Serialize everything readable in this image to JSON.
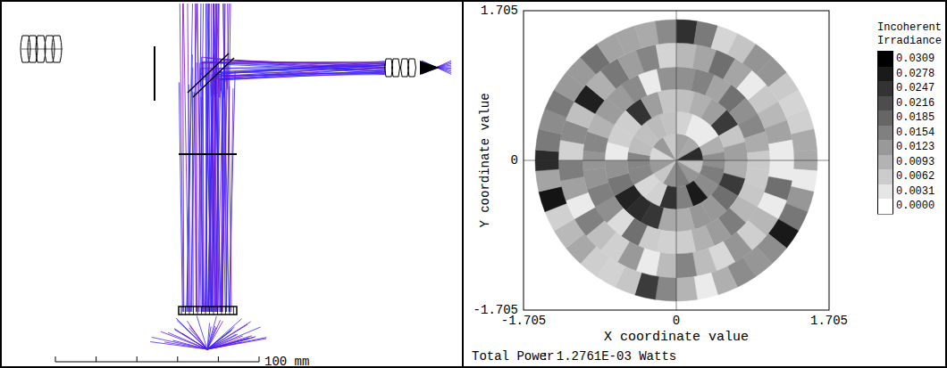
{
  "diagram": {
    "labels": [
      "100 mm",
      "1.705",
      "0",
      "-1.705",
      "-1.705",
      "0",
      "1.705",
      "Y coordinate value",
      "X coordinate value",
      "Incoherent Irradiance",
      "Total Power",
      ": 1.2761E-03 Watts"
    ],
    "legend": [
      {
        "text": "0.0309",
        "color": "#000000"
      },
      {
        "text": "0.0278",
        "color": "#1a1a1a"
      },
      {
        "text": "0.0247",
        "color": "#333333"
      },
      {
        "text": "0.0216",
        "color": "#4d4d4d"
      },
      {
        "text": "0.0185",
        "color": "#666666"
      },
      {
        "text": "0.0154",
        "color": "#808080"
      },
      {
        "text": "0.0123",
        "color": "#999999"
      },
      {
        "text": "0.0093",
        "color": "#b3b3b3"
      },
      {
        "text": "0.0062",
        "color": "#cccccc"
      },
      {
        "text": "0.0031",
        "color": "#e6e6e6"
      },
      {
        "text": "0.0000",
        "color": "#ffffff"
      }
    ]
  }
}
